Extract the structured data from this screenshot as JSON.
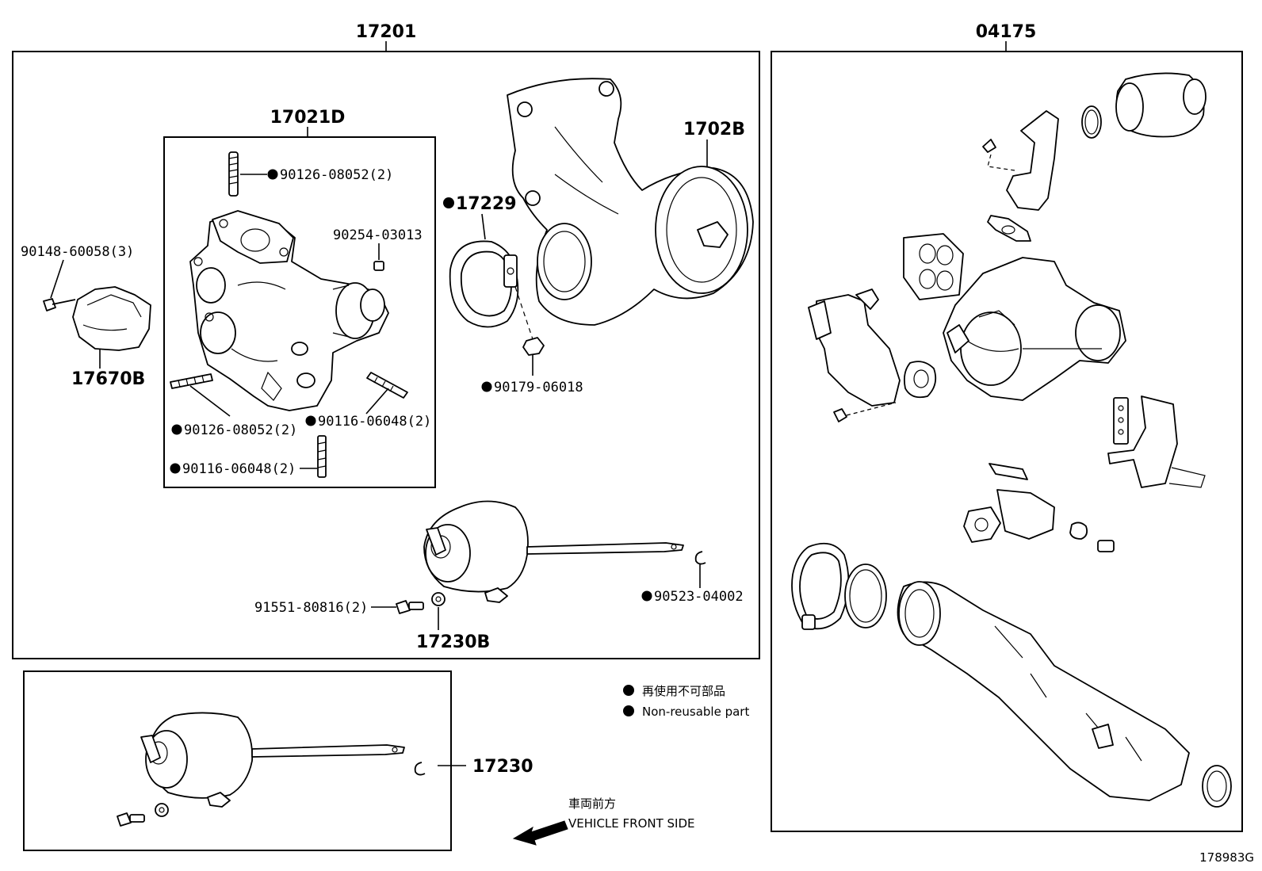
{
  "labels": {
    "assy_17201": "17201",
    "assy_04175": "04175",
    "sub_17021D": "17021D",
    "part_1702B": "1702B",
    "part_17229": "17229",
    "part_90126_top": "90126-08052(2)",
    "part_90254": "90254-03013",
    "part_90148": "90148-60058(3)",
    "part_17670B": "17670B",
    "part_90126_bot": "90126-08052(2)",
    "part_90116_right": "90116-06048(2)",
    "part_90116_bot": "90116-06048(2)",
    "part_90179": "90179-06018",
    "part_91551": "91551-80816(2)",
    "part_17230B": "17230B",
    "part_90523": "90523-04002",
    "part_17230": "17230"
  },
  "legend": {
    "japanese": "再使用不可部品",
    "english": "Non-reusable part"
  },
  "direction": {
    "japanese": "車両前方",
    "english": "VEHICLE FRONT SIDE"
  },
  "figure_id": "178983G"
}
